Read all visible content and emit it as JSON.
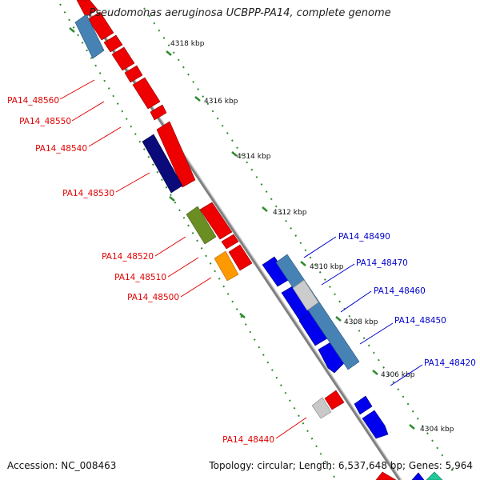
{
  "title": "Pseudomonas aeruginosa UCBPP-PA14, complete genome",
  "footer": {
    "accession": "Accession: NC_008463",
    "summary": "Topology: circular; Length: 6,537,648 bp; Genes: 5,964"
  },
  "colors": {
    "backbone": "#8a8a8a",
    "ruler": "#2e8b2e",
    "reverse_label": "#e00000",
    "forward_label": "#0000cc"
  },
  "ticks": [
    "4318 kbp",
    "4316 kbp",
    "4314 kbp",
    "4312 kbp",
    "4310 kbp",
    "4308 kbp",
    "4306 kbp",
    "4304 kbp"
  ],
  "left_labels": [
    "PA14_48560",
    "PA14_48550",
    "PA14_48540",
    "PA14_48530",
    "PA14_48520",
    "PA14_48510",
    "PA14_48500",
    "PA14_48440"
  ],
  "right_labels": [
    "PA14_48490",
    "PA14_48470",
    "PA14_48460",
    "PA14_48450",
    "PA14_48420"
  ]
}
